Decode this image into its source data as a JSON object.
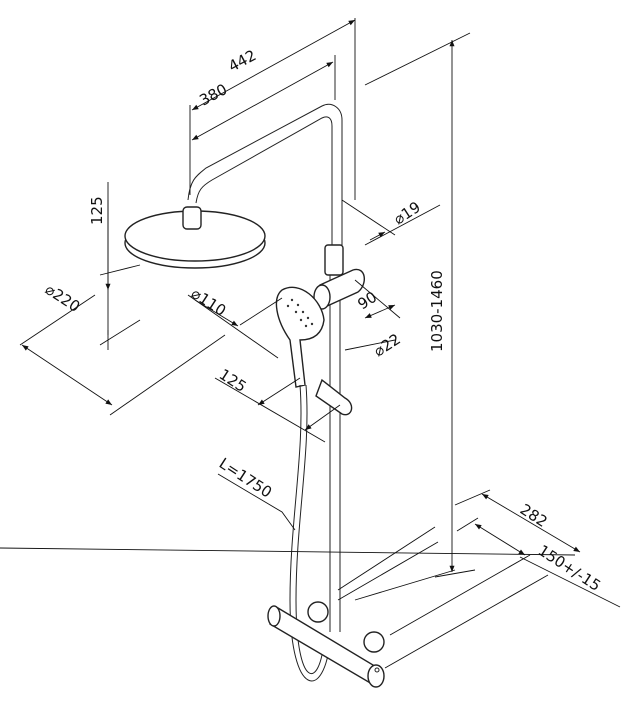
{
  "title": "Shower system dimension drawing",
  "dimensions": {
    "arm_total": "442",
    "arm_length": "380",
    "head_height": "125",
    "head_diameter": "⌀220",
    "rail_diameter": "⌀19",
    "holder_depth": "90",
    "hand_shower_diameter": "⌀110",
    "holder_diameter": "⌀22",
    "hand_shower_offset": "125",
    "height_range": "1030-1460",
    "hose_length": "L=1750",
    "mixer_depth": "282",
    "inlet_spacing": "150+/-15"
  }
}
